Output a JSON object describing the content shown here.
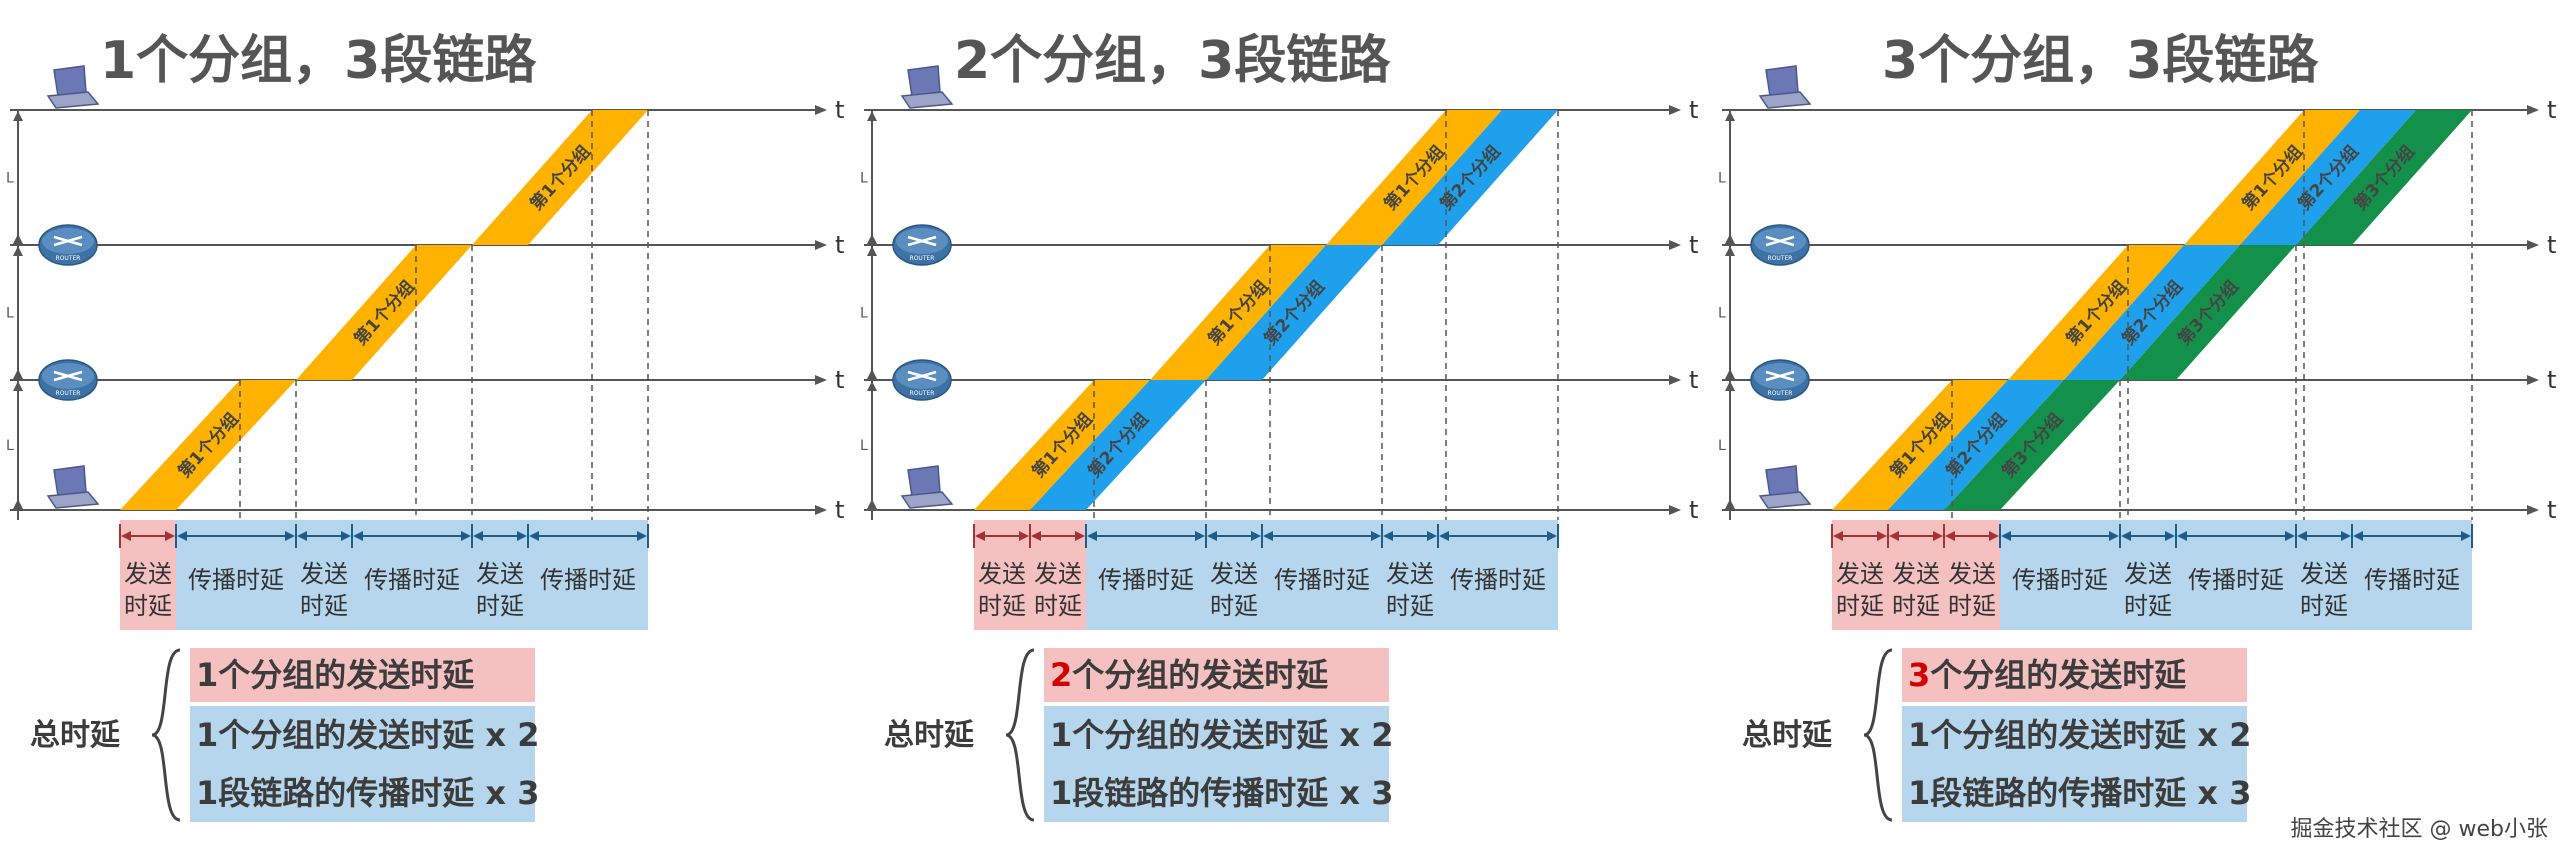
{
  "panels": [
    {
      "title": "1个分组，3段链路",
      "packets": [
        "第1个分组"
      ],
      "segments": [
        "发送\n时延",
        "传播时延",
        "发送\n时延",
        "传播时延",
        "发送\n时延",
        "传播时延"
      ],
      "total_label": "总时延",
      "summary": [
        {
          "highlight": "1",
          "text": "个分组的发送时延"
        },
        {
          "highlight": "",
          "text": "1个分组的发送时延 x 2"
        },
        {
          "highlight": "",
          "text": "1段链路的传播时延 x 3"
        }
      ]
    },
    {
      "title": "2个分组，3段链路",
      "packets": [
        "第1个分组",
        "第2个分组"
      ],
      "segments": [
        "发送\n时延",
        "发送\n时延",
        "传播时延",
        "发送\n时延",
        "传播时延",
        "发送\n时延",
        "传播时延"
      ],
      "total_label": "总时延",
      "summary": [
        {
          "highlight": "2",
          "text": "个分组的发送时延"
        },
        {
          "highlight": "",
          "text": "1个分组的发送时延 x 2"
        },
        {
          "highlight": "",
          "text": "1段链路的传播时延 x 3"
        }
      ]
    },
    {
      "title": "3个分组，3段链路",
      "packets": [
        "第1个分组",
        "第2个分组",
        "第3个分组"
      ],
      "segments": [
        "发送\n时延",
        "发送\n时延",
        "发送\n时延",
        "传播时延",
        "发送\n时延",
        "传播时延",
        "发送\n时延",
        "传播时延"
      ],
      "total_label": "总时延",
      "summary": [
        {
          "highlight": "3",
          "text": "个分组的发送时延"
        },
        {
          "highlight": "",
          "text": "1个分组的发送时延 x 2"
        },
        {
          "highlight": "",
          "text": "1段链路的传播时延 x 3"
        }
      ]
    }
  ],
  "axis_label": "t",
  "link_label": "L",
  "router_label": "ROUTER",
  "colors": {
    "packet1": "#ffb300",
    "packet2": "#1ea0ec",
    "packet3": "#13914a",
    "send_box": "#f5c0c0",
    "prop_box": "#b5d6ec",
    "arrow": "#a83232"
  },
  "watermark": "掘金技术社区 @ web小张"
}
